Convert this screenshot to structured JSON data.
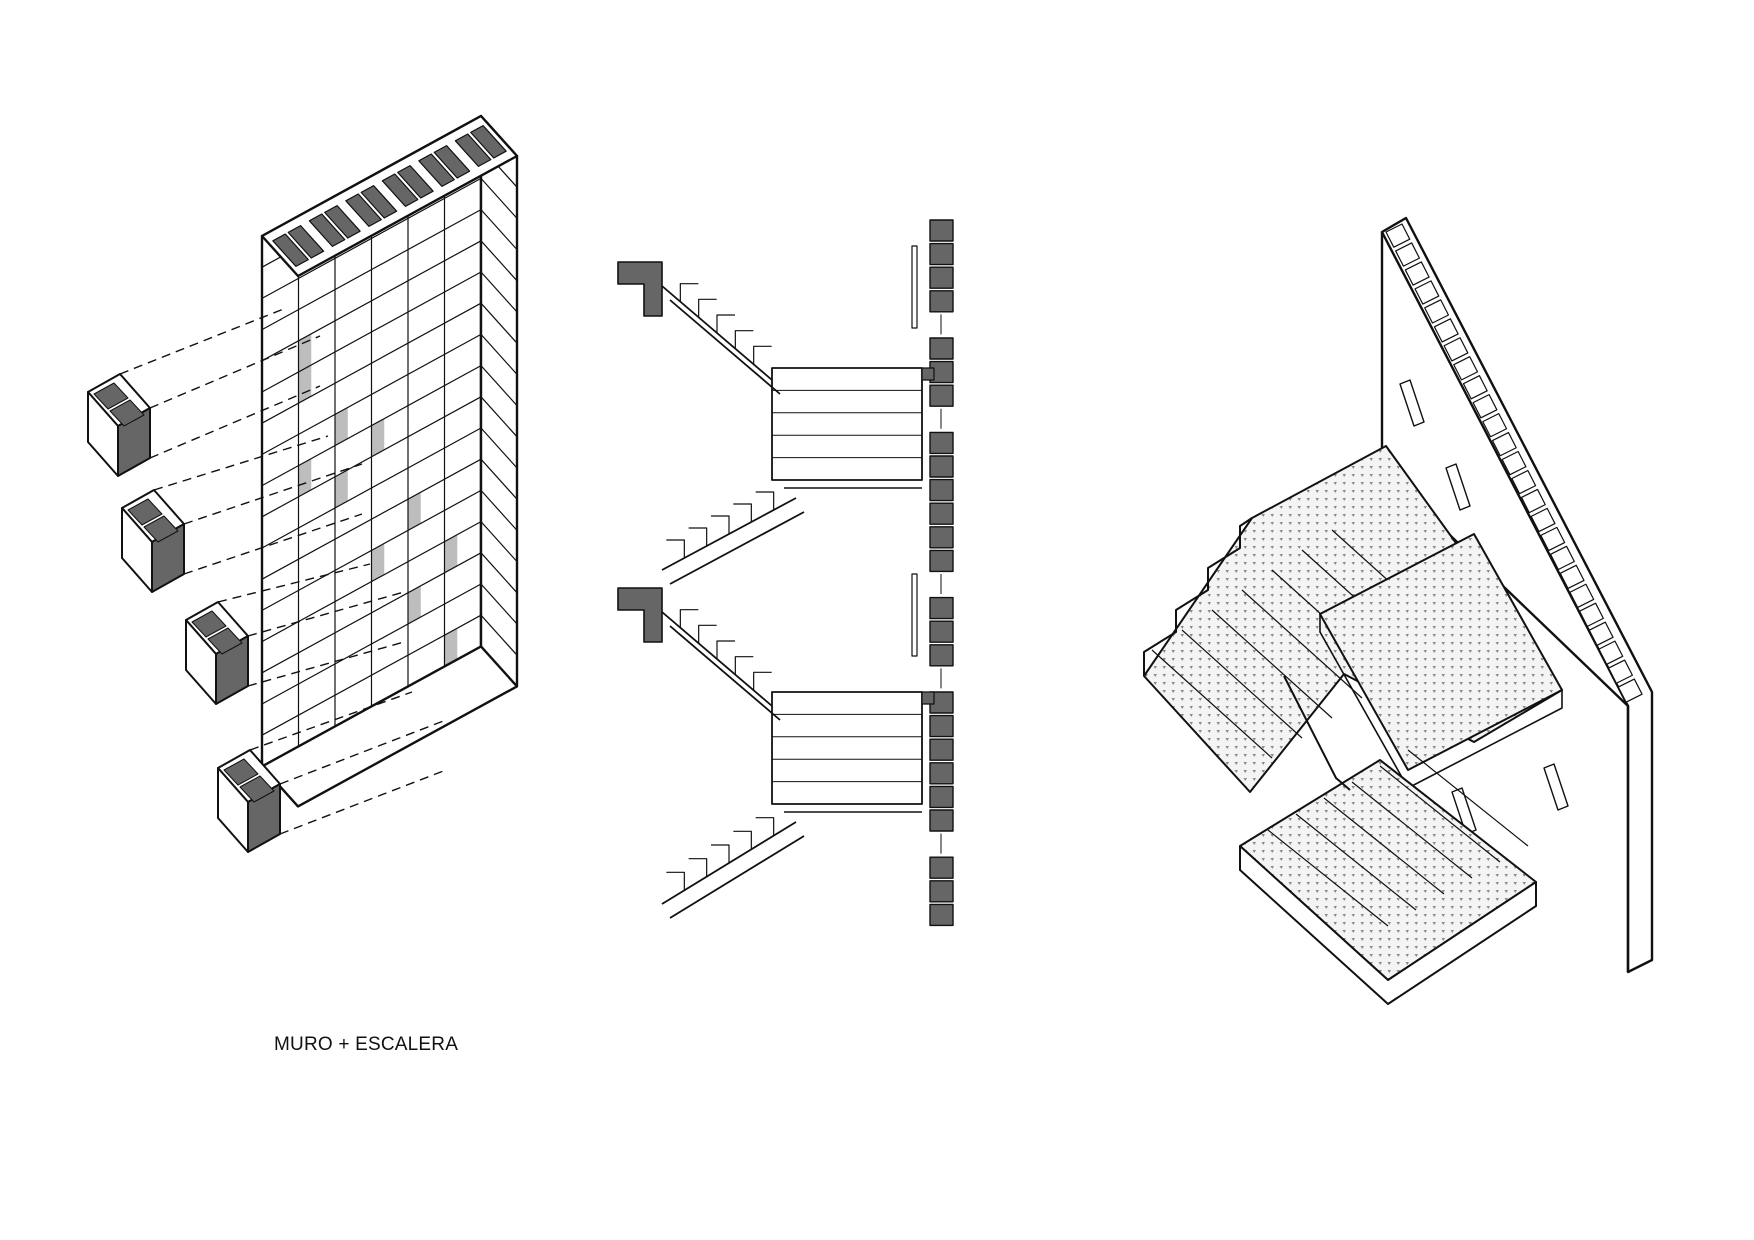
{
  "caption": "MURO + ESCALERA",
  "colors": {
    "ink": "#111111",
    "block_fill": "#666666",
    "shadow_fill": "#bdbdbd",
    "paper": "#ffffff"
  },
  "figures": [
    {
      "id": "exploded-block-wall",
      "icon": "exploded-axonometric"
    },
    {
      "id": "stair-section",
      "icon": "section-drawing"
    },
    {
      "id": "stair-axonometric",
      "icon": "axonometric-view"
    }
  ]
}
